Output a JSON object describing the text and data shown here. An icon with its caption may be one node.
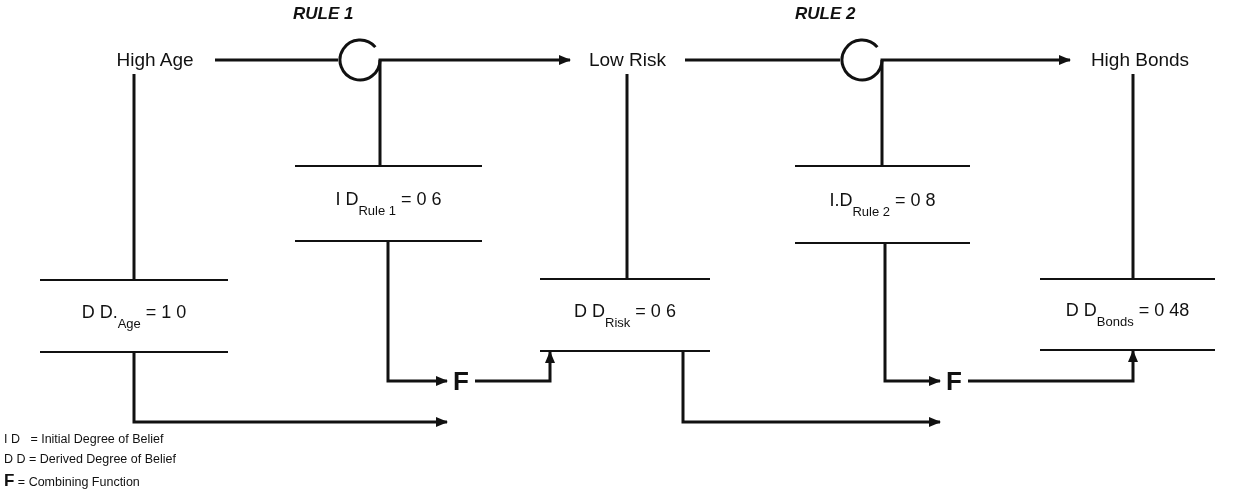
{
  "diagram": {
    "nodes": [
      {
        "text": [
          "High Age"
        ]
      },
      {
        "text": [],
        "shape": "circle"
      },
      {
        "text": [
          "Low Risk"
        ]
      },
      {
        "text": [],
        "shape": "circle"
      },
      {
        "text": [
          "High Bonds"
        ]
      },
      {
        "text": [
          "I D$_{Rule 1}$ = 0 6"
        ]
      },
      {
        "text": [
          "D D.$_{Age}$ = 1 0"
        ]
      },
      {
        "text": [
          "F"
        ]
      },
      {
        "text": [
          "D D$_{Risk}$ = 0 6"
        ]
      },
      {
        "text": [
          "I.D$_{Rule 2}$ = 0 8"
        ]
      },
      {
        "text": [
          "F"
        ]
      },
      {
        "text": [
          "D D$_{Bonds}$ = 0 48"
        ]
      }
    ],
    "edges": [
      {
        "from": 0,
        "to": 1,
        "arrow": "none"
      },
      {
        "from": 1,
        "to": 2,
        "arrow": "to"
      },
      {
        "from": 2,
        "to": 3,
        "arrow": "none"
      },
      {
        "from": 3,
        "to": 4,
        "arrow": "to"
      },
      {
        "from": 0,
        "to": 6,
        "arrow": "none"
      },
      {
        "from": 1,
        "to": 5,
        "arrow": "none"
      },
      {
        "from": 2,
        "to": 8,
        "arrow": "none"
      },
      {
        "from": 3,
        "to": 9,
        "arrow": "none"
      },
      {
        "from": 4,
        "to": 11,
        "arrow": "none"
      },
      {
        "from": 5,
        "to": 7,
        "arrow": "to"
      },
      {
        "from": 6,
        "to": 7,
        "arrow": "to"
      },
      {
        "from": 7,
        "to": 8,
        "arrow": "to"
      },
      {
        "from": 9,
        "to": 10,
        "arrow": "to"
      },
      {
        "from": 8,
        "to": 10,
        "arrow": "to"
      },
      {
        "from": 10,
        "to": 11,
        "arrow": "to"
      }
    ],
    "labels": [
      "RULE 1",
      "RULE 2",
      "I D   = Initial Degree of Belief",
      "D D = Derived Degree of Belief",
      "**F** = Combining Function"
    ]
  }
}
